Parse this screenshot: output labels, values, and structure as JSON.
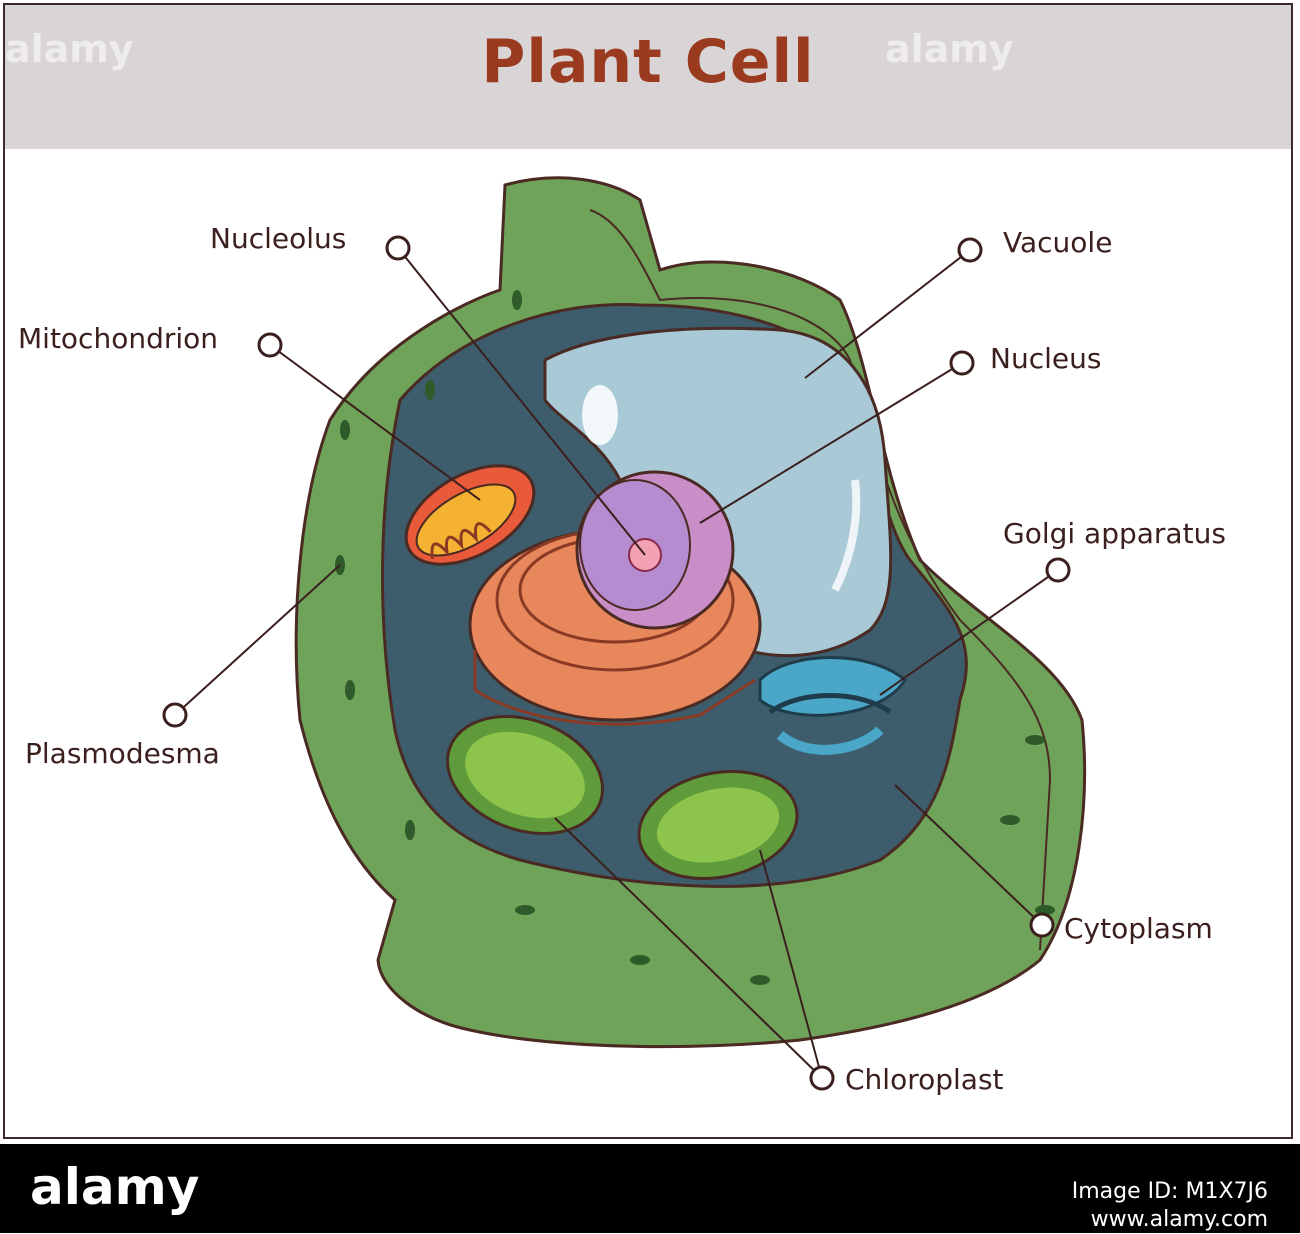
{
  "title": "Plant Cell",
  "labels": {
    "nucleolus": "Nucleolus",
    "mitochondrion": "Mitochondrion",
    "vacuole": "Vacuole",
    "nucleus": "Nucleus",
    "golgi": "Golgi apparatus",
    "plasmodesma": "Plasmodesma",
    "cytoplasm": "Cytoplasm",
    "chloroplast": "Chloroplast"
  },
  "watermark": "alamy",
  "footer": {
    "logo": "alamy",
    "image_id": "Image ID: M1X7J6",
    "url": "www.alamy.com"
  },
  "colors": {
    "title": "#9a3a1e",
    "cell_wall": "#6fa35a",
    "cytoplasm": "#3e5d6c",
    "vacuole": "#a9c9d6",
    "nucleus": "#c98ec8",
    "er": "#e7875b",
    "chloroplast": "#5f9b3b",
    "mitochondrion": "#e85a3a",
    "golgi": "#4aa7c8"
  }
}
